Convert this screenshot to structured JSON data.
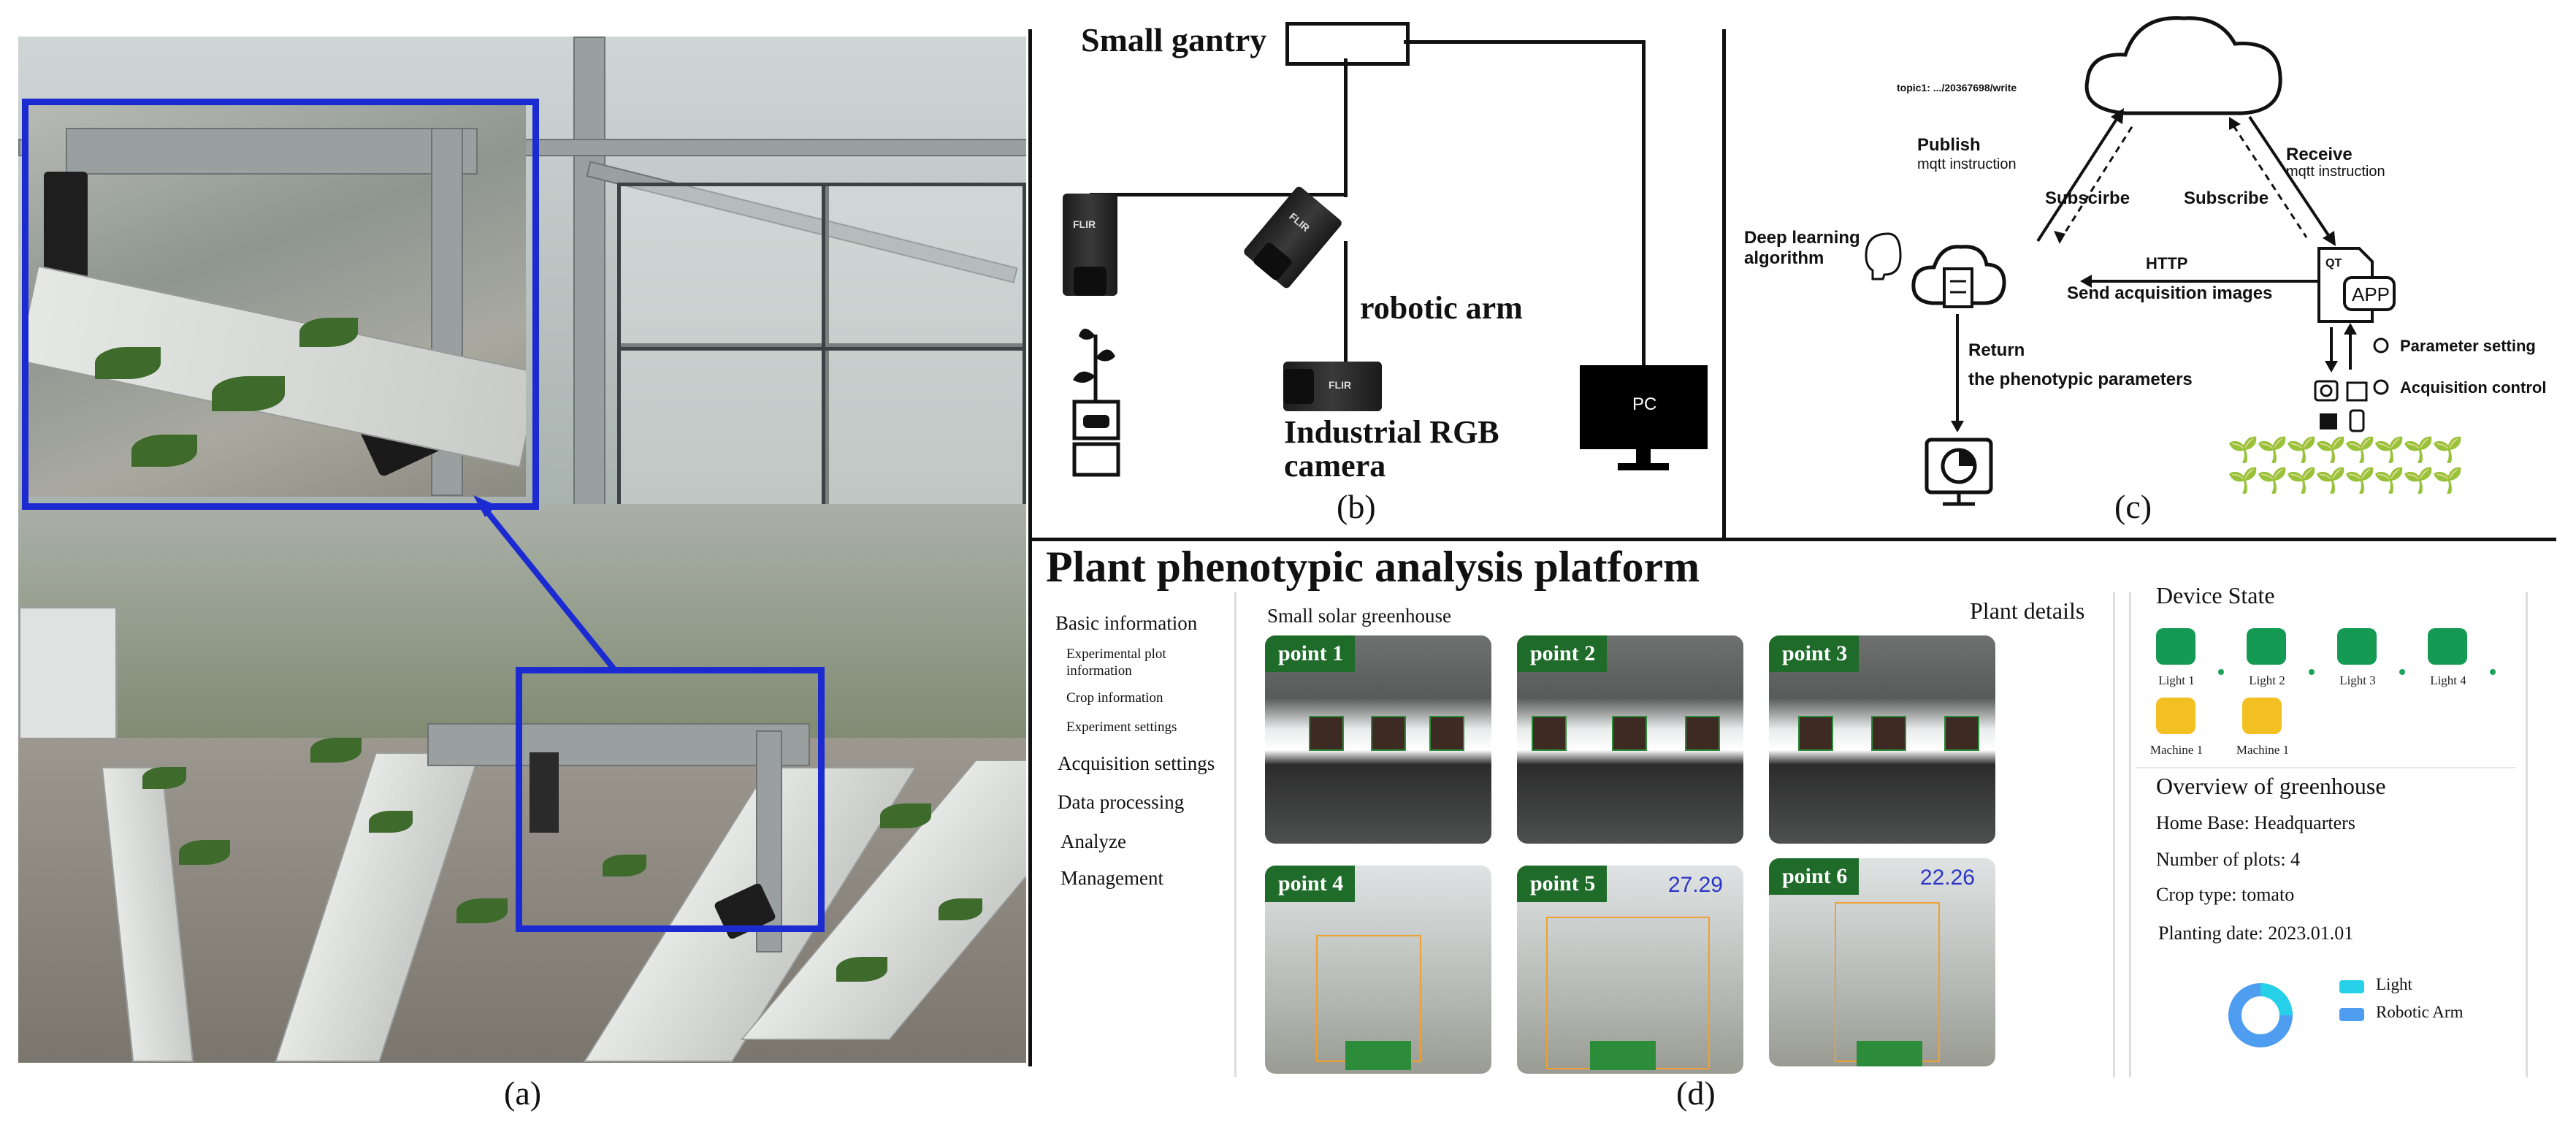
{
  "panel_labels": {
    "a": "(a)",
    "b": "(b)",
    "c": "(c)",
    "d": "(d)"
  },
  "panel_b": {
    "gantry_label": "Small gantry",
    "arm_label": "robotic arm",
    "camera_label_line1": "Industrial RGB",
    "camera_label_line2": "camera",
    "pc_label": "PC",
    "camera_brand": "FLIR"
  },
  "panel_c": {
    "cloud_topic": "topic1: .../20367698/write",
    "publish": "Publish",
    "publish_sub": "mqtt instruction",
    "receive": "Receive",
    "receive_sub": "mqtt instruction",
    "subscribe_left": "Subscirbe",
    "subscribe_right": "Subscribe",
    "deep_learning_line1": "Deep learning",
    "deep_learning_line2": "algorithm",
    "http": "HTTP",
    "send_images": "Send acquisition images",
    "return_line1": "Return",
    "return_line2": "the phenotypic parameters",
    "qt": "QT",
    "app": "APP",
    "param_setting": "Parameter setting",
    "acq_control": "Acquisition control"
  },
  "panel_d": {
    "title": "Plant phenotypic analysis platform",
    "menu": {
      "basic_info": "Basic information",
      "exp_plot_line1": "Experimental plot",
      "exp_plot_line2": "information",
      "crop_info": "Crop information",
      "exp_settings": "Experiment settings",
      "acq_settings": "Acquisition settings",
      "data_processing": "Data processing",
      "analyze": "Analyze",
      "management": "Management"
    },
    "greenhouse_label": "Small solar greenhouse",
    "plant_details": "Plant details",
    "points": [
      {
        "label": "point 1",
        "value": ""
      },
      {
        "label": "point 2",
        "value": ""
      },
      {
        "label": "point 3",
        "value": ""
      },
      {
        "label": "point 4",
        "value": ""
      },
      {
        "label": "point 5",
        "value": "27.29"
      },
      {
        "label": "point 6",
        "value": "22.26"
      }
    ],
    "device_state_title": "Device State",
    "devices": [
      {
        "label": "Light 1",
        "kind": "light"
      },
      {
        "label": "Light 2",
        "kind": "light"
      },
      {
        "label": "Light 3",
        "kind": "light"
      },
      {
        "label": "Light 4",
        "kind": "light"
      },
      {
        "label": "Machine 1",
        "kind": "machine"
      },
      {
        "label": "Machine 1",
        "kind": "machine"
      }
    ],
    "overview_title": "Overview of greenhouse",
    "home_base": "Home Base: Headquarters",
    "plots": "Number of plots: 4",
    "crop_type": "Crop type: tomato",
    "planting_date": "Planting date: 2023.01.01",
    "legend_light": "Light",
    "legend_arm": "Robotic Arm",
    "colors": {
      "light": "#25d0e8",
      "arm": "#4f9df0",
      "device_green": "#159a54",
      "device_yellow": "#f2c022",
      "tag_green": "#1f6b2a"
    }
  }
}
